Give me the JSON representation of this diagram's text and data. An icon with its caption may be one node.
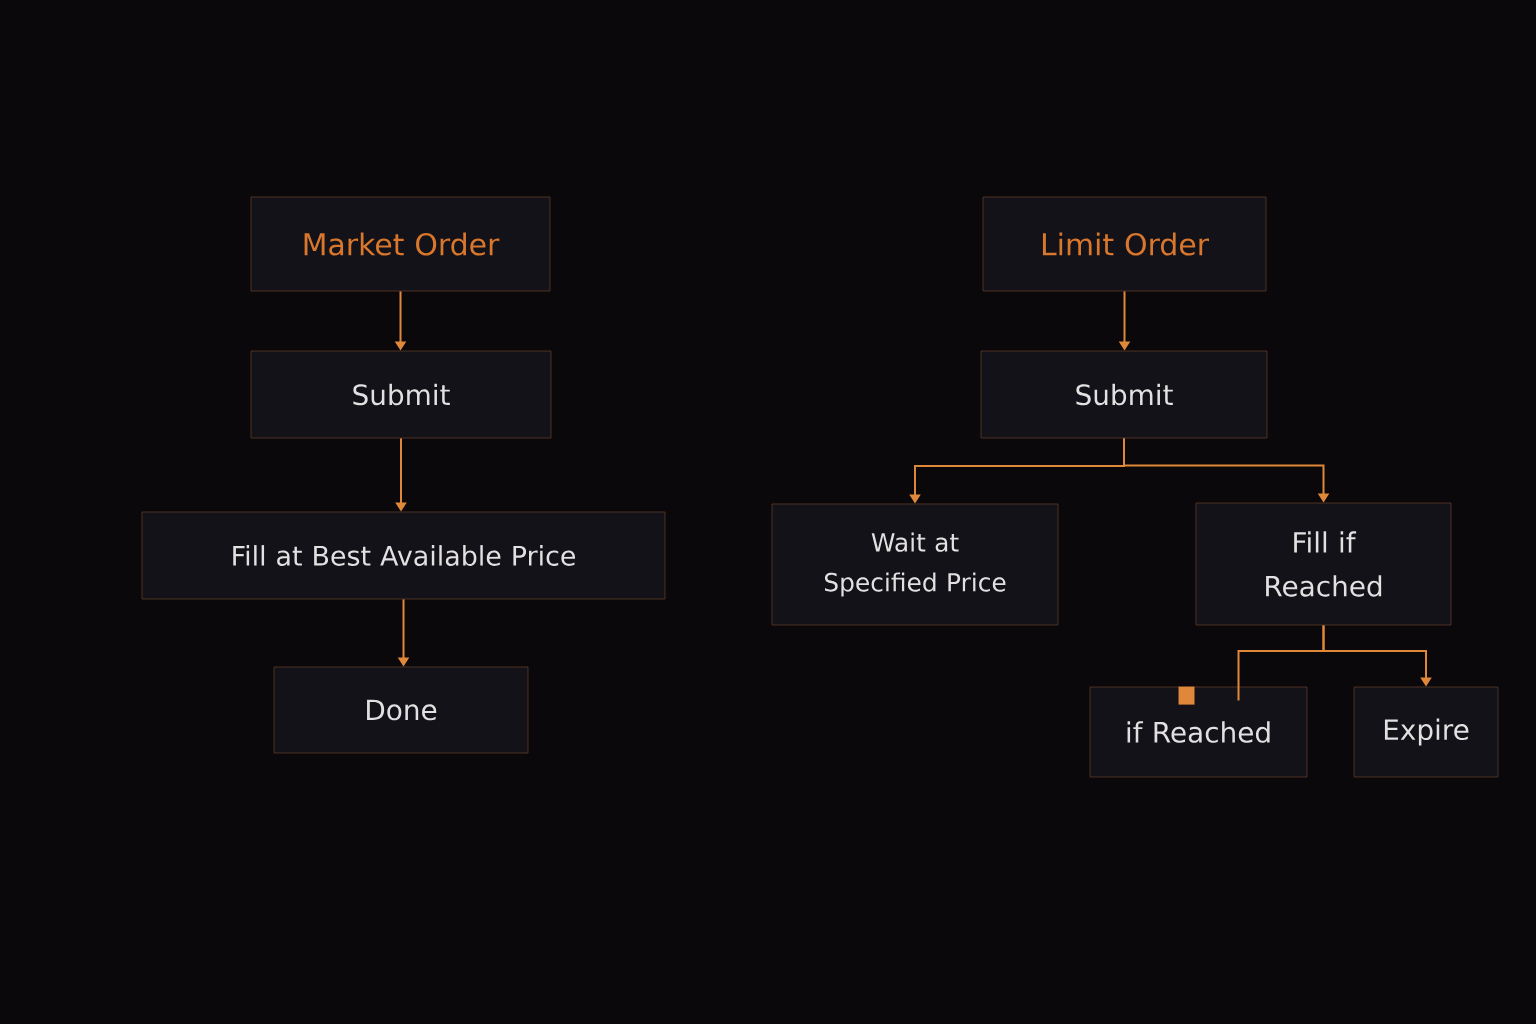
{
  "diagram": {
    "nodes": [
      {
        "text": [
          "Market Order"
        ]
      },
      {
        "text": [
          "Submit"
        ]
      },
      {
        "text": [
          "Fill at Best Available Price"
        ]
      },
      {
        "text": [
          "Done"
        ]
      },
      {
        "text": [
          "Limit Order"
        ]
      },
      {
        "text": [
          "Submit"
        ]
      },
      {
        "text": [
          "Wait at Specified Price"
        ]
      },
      {
        "text": [
          "Fill if Reached"
        ]
      },
      {
        "text": [
          "if Reached"
        ]
      },
      {
        "text": [
          "Expire"
        ]
      }
    ],
    "edges": [
      {
        "from": 0,
        "to": 1,
        "arrow": "to"
      },
      {
        "from": 1,
        "to": 2,
        "arrow": "to"
      },
      {
        "from": 2,
        "to": 3,
        "arrow": "to"
      },
      {
        "from": 4,
        "to": 5,
        "arrow": "to"
      },
      {
        "from": 5,
        "to": 6,
        "arrow": "to"
      },
      {
        "from": 5,
        "to": 7,
        "arrow": "to"
      },
      {
        "from": 7,
        "to": 8,
        "arrow": "none"
      },
      {
        "from": 7,
        "to": 9,
        "arrow": "to"
      }
    ]
  }
}
